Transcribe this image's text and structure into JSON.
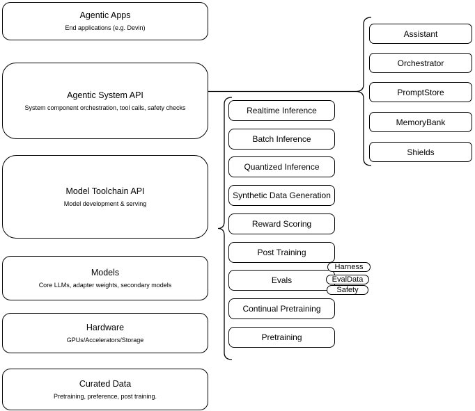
{
  "left_column": {
    "agentic_apps": {
      "title": "Agentic Apps",
      "subtitle": "End applications (e.g. Devin)"
    },
    "agentic_system_api": {
      "title": "Agentic System API",
      "subtitle": "System component orchestration, tool calls, safety checks"
    },
    "model_toolchain_api": {
      "title": "Model Toolchain API",
      "subtitle": "Model development & serving"
    },
    "models": {
      "title": "Models",
      "subtitle": "Core LLMs, adapter weights, secondary models"
    },
    "hardware": {
      "title": "Hardware",
      "subtitle": "GPUs/Accelerators/Storage"
    },
    "curated_data": {
      "title": "Curated Data",
      "subtitle": "Pretraining, preference, post training."
    }
  },
  "toolchain": {
    "items": [
      {
        "label": "Realtime Inference"
      },
      {
        "label": "Batch Inference"
      },
      {
        "label": "Quantized Inference"
      },
      {
        "label": "Synthetic Data Generation"
      },
      {
        "label": "Reward Scoring"
      },
      {
        "label": "Post Training"
      },
      {
        "label": "Evals"
      },
      {
        "label": "Continual Pretraining"
      },
      {
        "label": "Pretraining"
      }
    ]
  },
  "eval_tags": {
    "items": [
      {
        "label": "Harness"
      },
      {
        "label": "EvalData"
      },
      {
        "label": "Safety"
      }
    ]
  },
  "components": {
    "items": [
      {
        "label": "Assistant"
      },
      {
        "label": "Orchestrator"
      },
      {
        "label": "PromptStore"
      },
      {
        "label": "MemoryBank"
      },
      {
        "label": "Shields"
      }
    ]
  },
  "colors": {
    "background": "#ffffff",
    "node_fill": "#ffffff",
    "line": "#000000",
    "text": "#000000"
  }
}
